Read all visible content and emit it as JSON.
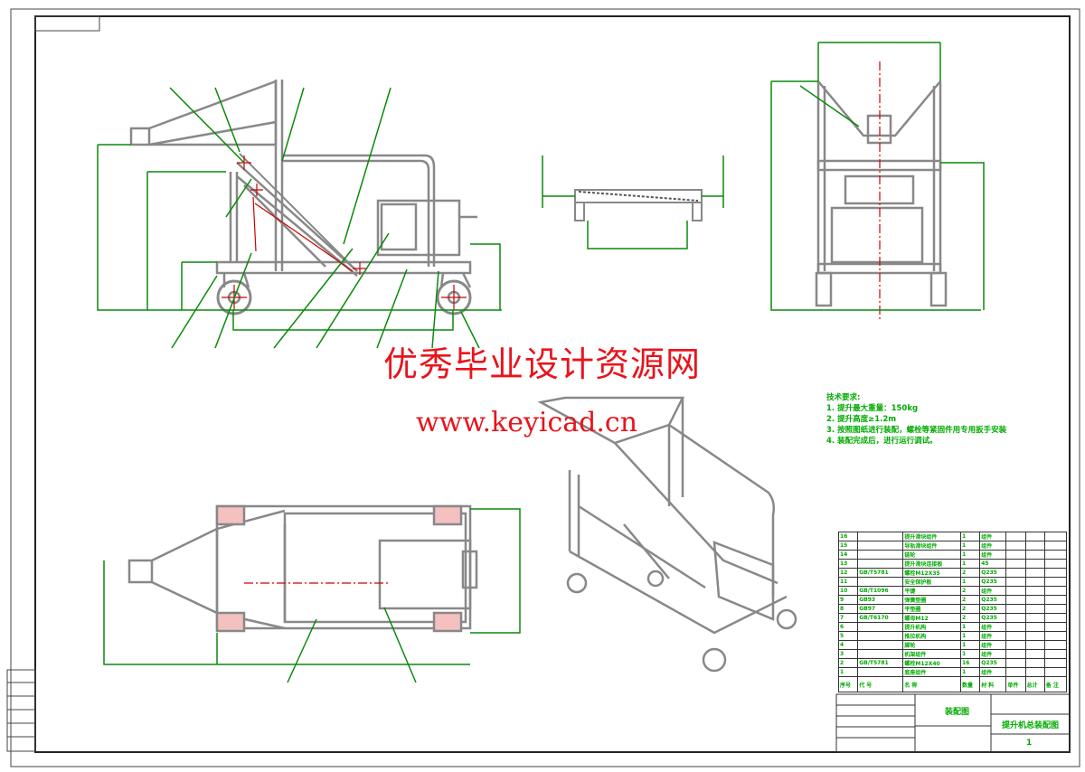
{
  "watermark": {
    "title": "优秀毕业设计资源网",
    "url": "www.keyicad.cn"
  },
  "tech_requirements": {
    "heading": "技术要求:",
    "items": [
      "1. 提升最大重量：150kg",
      "2. 提升高度≥1.2m",
      "3. 按照图纸进行装配，螺栓等紧固件用专用扳手安装",
      "4. 装配完成后，进行运行调试。"
    ]
  },
  "parts_list": {
    "headers": [
      "序号",
      "代 号",
      "名 称",
      "数量",
      "材 料",
      "单件",
      "总计",
      "备 注"
    ],
    "rows": [
      [
        "16",
        "",
        "提升滑块组件",
        "1",
        "组件"
      ],
      [
        "15",
        "",
        "导轨滑块组件",
        "1",
        "组件"
      ],
      [
        "14",
        "",
        "链轮",
        "1",
        "组件"
      ],
      [
        "13",
        "",
        "提升滑块连接板",
        "1",
        "45"
      ],
      [
        "12",
        "GB/T5781",
        "螺栓M12X35",
        "2",
        "Q235"
      ],
      [
        "11",
        "",
        "安全保护板",
        "1",
        "Q235"
      ],
      [
        "10",
        "GB/T1096",
        "平键",
        "2",
        "组件"
      ],
      [
        "9",
        "GB93",
        "弹簧垫圈",
        "2",
        "Q235"
      ],
      [
        "8",
        "GB97",
        "平垫圈",
        "2",
        "Q235"
      ],
      [
        "7",
        "GB/T6170",
        "螺母M12",
        "2",
        "Q235"
      ],
      [
        "6",
        "",
        "提升机构",
        "1",
        "组件"
      ],
      [
        "5",
        "",
        "推拉机构",
        "1",
        "组件"
      ],
      [
        "4",
        "",
        "脚轮",
        "1",
        "组件"
      ],
      [
        "3",
        "",
        "机架组件",
        "1",
        "组件"
      ],
      [
        "2",
        "GB/T5781",
        "螺栓M12X40",
        "16",
        "Q235"
      ],
      [
        "1",
        "",
        "底座组件",
        "1",
        "组件"
      ]
    ]
  },
  "title_block": {
    "drawing_type": "装配图",
    "drawing_name": "提升机总装配图",
    "sheet": "1"
  },
  "colors": {
    "line": "#888888",
    "dimension": "#0a8a0a",
    "center": "#c00000",
    "watermark": "#e8141c"
  }
}
